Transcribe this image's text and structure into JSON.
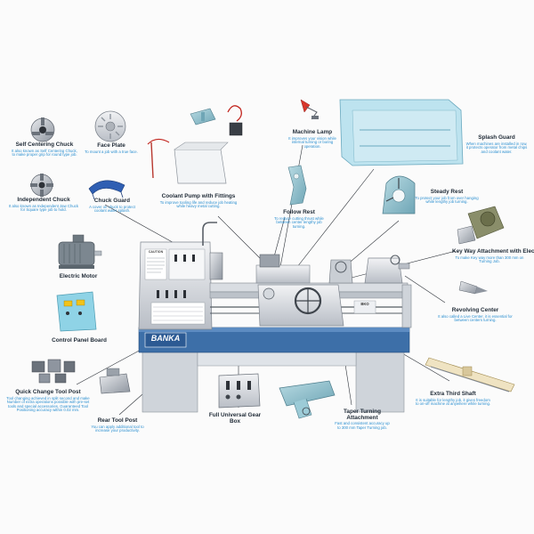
{
  "brand": "BANKA",
  "plate_text": "CAUTION",
  "model_text": "BKO",
  "accessories": {
    "self_centering_chuck": {
      "title": "Self Centering Chuck",
      "desc": "It also known as Self Centering Chuck, to make proper grip for round type job."
    },
    "face_plate": {
      "title": "Face Plate",
      "desc": "To mount a job with a true face."
    },
    "independent_chuck": {
      "title": "Independent Chuck",
      "desc": "It also known as Independent Jaw Chuck for Square type job to hold."
    },
    "chuck_guard": {
      "title": "Chuck Guard",
      "desc": "A cover on chuck to protect coolant water splash."
    },
    "coolant_pump": {
      "title": "Coolant Pump with Fittings",
      "desc": "To improve tooling life and reduce job heating while heavy metal cutting."
    },
    "machine_lamp": {
      "title": "Machine Lamp",
      "desc": "It improves your vision while internal turning or boring operation."
    },
    "splash_guard": {
      "title": "Splash Guard",
      "desc": "When machines are installed in row, it protects operator from metal chips and coolant water."
    },
    "steady_rest": {
      "title": "Steady Rest",
      "desc": "To protect your job from over hanging while lengthy job turning."
    },
    "follow_rest": {
      "title": "Follow Rest",
      "desc": "To reduce cutting thrust while between center lengthy job turning."
    },
    "key_way": {
      "title": "Key Way Attachment with Electric Motor",
      "desc": "To make Key way more than 300 mm on Turning Job."
    },
    "electric_motor": {
      "title": "Electric Motor",
      "desc": ""
    },
    "control_panel": {
      "title": "Control Panel Board",
      "desc": ""
    },
    "revolving_center": {
      "title": "Revolving Center",
      "desc": "It also called a Live Center, it is essential for between centers turning."
    },
    "quick_change": {
      "title": "Quick Change Tool Post",
      "desc": "Tool changing achieved in split second and make Number of extra operations possible with pre-set tools and special accessories. Guaranteed Tool Positioning accuracy within 0.02 mm."
    },
    "rear_tool_post": {
      "title": "Rear Tool Post",
      "desc": "You can apply additional tool to increase your productivity."
    },
    "gear_box": {
      "title": "Full Universal Gear Box",
      "desc": ""
    },
    "taper_turning": {
      "title": "Taper Turning Attachment",
      "desc": "Fast and consistent accuracy up to 300 mm Taper Turning job."
    },
    "third_shaft": {
      "title": "Extra Third Shaft",
      "desc": "It is suitable for lengthy job, it gives freedom to on-off machine at anywhere while turning."
    }
  }
}
